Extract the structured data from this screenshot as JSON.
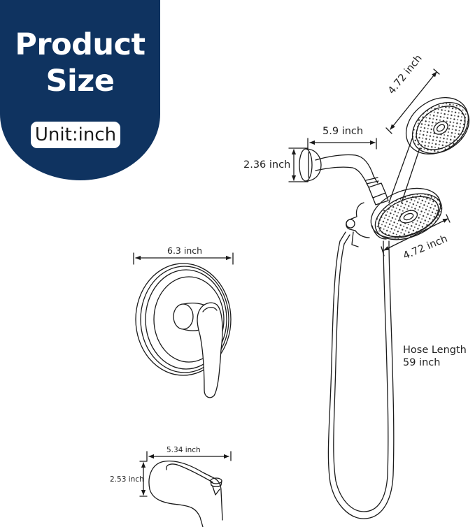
{
  "banner": {
    "title_line1": "Product",
    "title_line2": "Size",
    "unit_label": "Unit:inch",
    "background_color": "#0f3360",
    "text_color": "#ffffff"
  },
  "dimensions": {
    "shower_arm_length": "5.9 inch",
    "shower_arm_flange_height": "2.36 inch",
    "handheld_head_diameter": "4.72 inch",
    "fixed_head_diameter": "4.72 inch",
    "hose_length_label": "Hose Length",
    "hose_length_value": "59 inch",
    "valve_trim_diameter": "6.3 inch",
    "tub_spout_length": "5.34 inch",
    "tub_spout_height": "2.53 inch"
  },
  "components": [
    {
      "name": "Shower arm with flange"
    },
    {
      "name": "Fixed rain shower head"
    },
    {
      "name": "Handheld shower head"
    },
    {
      "name": "Shower hose"
    },
    {
      "name": "Valve trim plate with lever handle"
    },
    {
      "name": "Tub spout with diverter"
    }
  ]
}
